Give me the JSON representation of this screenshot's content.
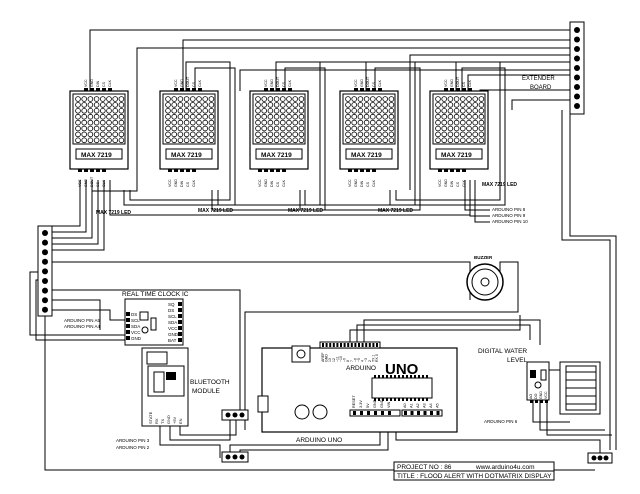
{
  "modules": [
    {
      "chip": "MAX 7219",
      "caption": "",
      "pins_top": [
        "VCC",
        "GND",
        "DIN",
        "CS",
        "CLK"
      ],
      "pins_bottom": [
        "VCC",
        "GND",
        "DOUT",
        "CS",
        "CLK"
      ]
    },
    {
      "chip": "MAX 7219",
      "caption": "MAX 7219 LED",
      "pins_top": [
        "VCC",
        "GND",
        "DOUT",
        "CS",
        "CLK"
      ],
      "pins_bottom": [
        "VCC",
        "GND",
        "DIN",
        "CS",
        "CLK"
      ]
    },
    {
      "chip": "MAX 7219",
      "caption": "MAX 7219 LED",
      "pins_top": [
        "VCC",
        "GND",
        "DOUT",
        "CS",
        "CLK"
      ],
      "pins_bottom": [
        "VCC",
        "GND",
        "DIN",
        "CS",
        "CLK"
      ]
    },
    {
      "chip": "MAX 7219",
      "caption": "MAX 7219 LED",
      "pins_top": [
        "VCC",
        "GND",
        "DOUT",
        "CS",
        "CLK"
      ],
      "pins_bottom": [
        "VCC",
        "GND",
        "DIN",
        "CS",
        "CLK"
      ]
    },
    {
      "chip": "MAX 7219",
      "caption": "MAX 7219 LED",
      "pins_top": [
        "VCC",
        "GND",
        "DOUT",
        "CS",
        "CLK"
      ],
      "pins_bottom": [
        "VCC",
        "GND",
        "DIN",
        "CS",
        "CLK"
      ]
    }
  ],
  "first_caption": "MAX 7219 LED",
  "extender": {
    "line1": "EXTENDER",
    "line2": "BOARD"
  },
  "led_arduino_pins": [
    "ARDUINO PIN  8",
    "ARDUINO PIN  9",
    "ARDUINO PIN 10"
  ],
  "buzzer": "BUZZER",
  "rtc": {
    "title": "REAL TIME CLOCK IC",
    "left_pins": [
      "DS",
      "SCL",
      "SDA",
      "VCC",
      "GND"
    ],
    "right_pins": [
      "SQ",
      "DS",
      "SCL",
      "SDA",
      "VCC",
      "GND",
      "BAT"
    ],
    "arduino_a5": "ARDUINO PIN A5",
    "arduino_a4": "ARDUINO PIN A4"
  },
  "bluetooth": {
    "line1": "BLUETOOTH",
    "line2": "MODULE",
    "pins": [
      "STATE",
      "RX",
      "TX",
      "GND",
      "+5V",
      "EN"
    ],
    "arduino_pin3": "ARDUINO PIN 3",
    "arduino_pin2": "ARDUINO PIN 2"
  },
  "arduino": {
    "brand": "ARDUINO",
    "model": "UNO",
    "caption": "ARDUINO UNO",
    "top_pins": [
      "AREF",
      "GND",
      "13",
      "12",
      "~11",
      "~10",
      "~9",
      "8",
      "7",
      "~6",
      "~5",
      "4",
      "~3",
      "2",
      "TX 1",
      "RX 0"
    ],
    "power_pins": [
      "RESET",
      "3.3V",
      "5V",
      "GND",
      "GND",
      "VIN"
    ],
    "analog_pins": [
      "A0",
      "A1",
      "A2",
      "A3",
      "A4",
      "A5"
    ]
  },
  "water": {
    "line1": "DIGITAL WATER",
    "line2": "LEVEL",
    "pins": [
      "AO",
      "DO",
      "GND",
      "VCC"
    ],
    "arduino_pin": "ARDUINO PIN  6"
  },
  "title_block": {
    "project": "PROJECT NO : 86",
    "website": "www.arduino4u.com",
    "title": "TITLE : FLOOD ALERT WITH DOTMATRIX DISPLAY"
  }
}
